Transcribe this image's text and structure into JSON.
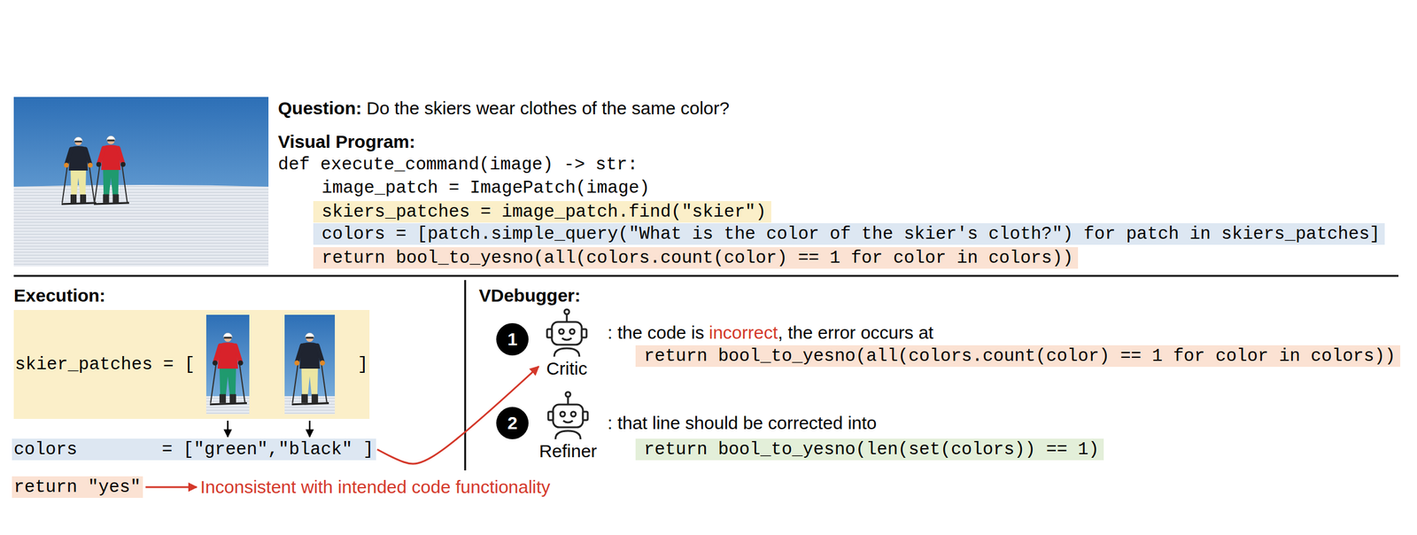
{
  "diagram": {
    "nodes": [
      {
        "text": [
          "skiers_patches = image_patch.find(\"skier\")"
        ]
      },
      {
        "text": [
          "colors = [patch.simple_query(\"What is the color of the skier's cloth?\") for patch in skiers_patches]"
        ]
      },
      {
        "text": [
          "return bool_to_yesno(all(colors.count(color) == 1 for color in colors))"
        ]
      },
      {
        "text": [
          "skier_patches = [",
          "]"
        ]
      },
      {
        "text": [
          "colors        = [\"green\",\"black\" ]"
        ]
      },
      {
        "text": [
          "return \"yes\""
        ]
      },
      {
        "text": [
          "1"
        ]
      },
      {
        "text": [
          "Critic"
        ]
      },
      {
        "text": [
          "return bool_to_yesno(all(colors.count(color) == 1 for color in colors))"
        ]
      },
      {
        "text": [
          "2"
        ]
      },
      {
        "text": [
          "Refiner"
        ]
      },
      {
        "text": [
          "return bool_to_yesno(len(set(colors)) == 1)"
        ]
      }
    ],
    "edges": [
      {
        "from": 4,
        "to": 7,
        "arrow": "to"
      }
    ],
    "labels": [
      "Question:",
      "Do the skiers wear clothes of the same color?",
      "Visual Program:",
      "def execute_command(image) -> str:",
      "image_patch = ImagePatch(image)",
      "Execution:",
      "Inconsistent with intended code functionality",
      "VDebugger:",
      ": the code is",
      "incorrect",
      ", the error occurs at",
      ": that line should be corrected into"
    ]
  }
}
